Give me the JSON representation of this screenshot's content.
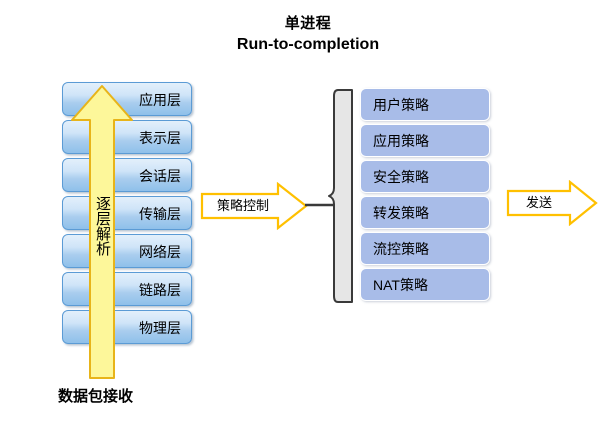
{
  "title": {
    "line1": "单进程",
    "line2": "Run-to-completion"
  },
  "osi_stack": {
    "layers": [
      {
        "label": "应用层"
      },
      {
        "label": "表示层"
      },
      {
        "label": "会话层"
      },
      {
        "label": "传输层"
      },
      {
        "label": "网络层"
      },
      {
        "label": "链路层"
      },
      {
        "label": "物理层"
      }
    ]
  },
  "vertical_arrow": {
    "label": "逐层解析",
    "fill_color": "#fdf79a",
    "border_color": "#e8b419"
  },
  "bottom_caption": {
    "label": "数据包接收"
  },
  "policy_arrow": {
    "label": "策略控制",
    "fill_color": "#ffffff",
    "border_color": "#ffc000"
  },
  "policy_stack": {
    "items": [
      {
        "label": "用户策略"
      },
      {
        "label": "应用策略"
      },
      {
        "label": "安全策略"
      },
      {
        "label": "转发策略"
      },
      {
        "label": "流控策略"
      },
      {
        "label": "NAT策略"
      }
    ],
    "box_color": "#a8bce8"
  },
  "send_arrow": {
    "label": "发送",
    "fill_color": "#ffffff",
    "border_color": "#ffc000"
  },
  "colors": {
    "layer_box_border": "#5b9bd5",
    "layer_box_fill_top": "#e3f0fb",
    "layer_box_fill_bottom": "#8fc0ea",
    "brace_fill": "#e6e6e6",
    "brace_border": "#3a3a3a",
    "background": "#ffffff"
  }
}
